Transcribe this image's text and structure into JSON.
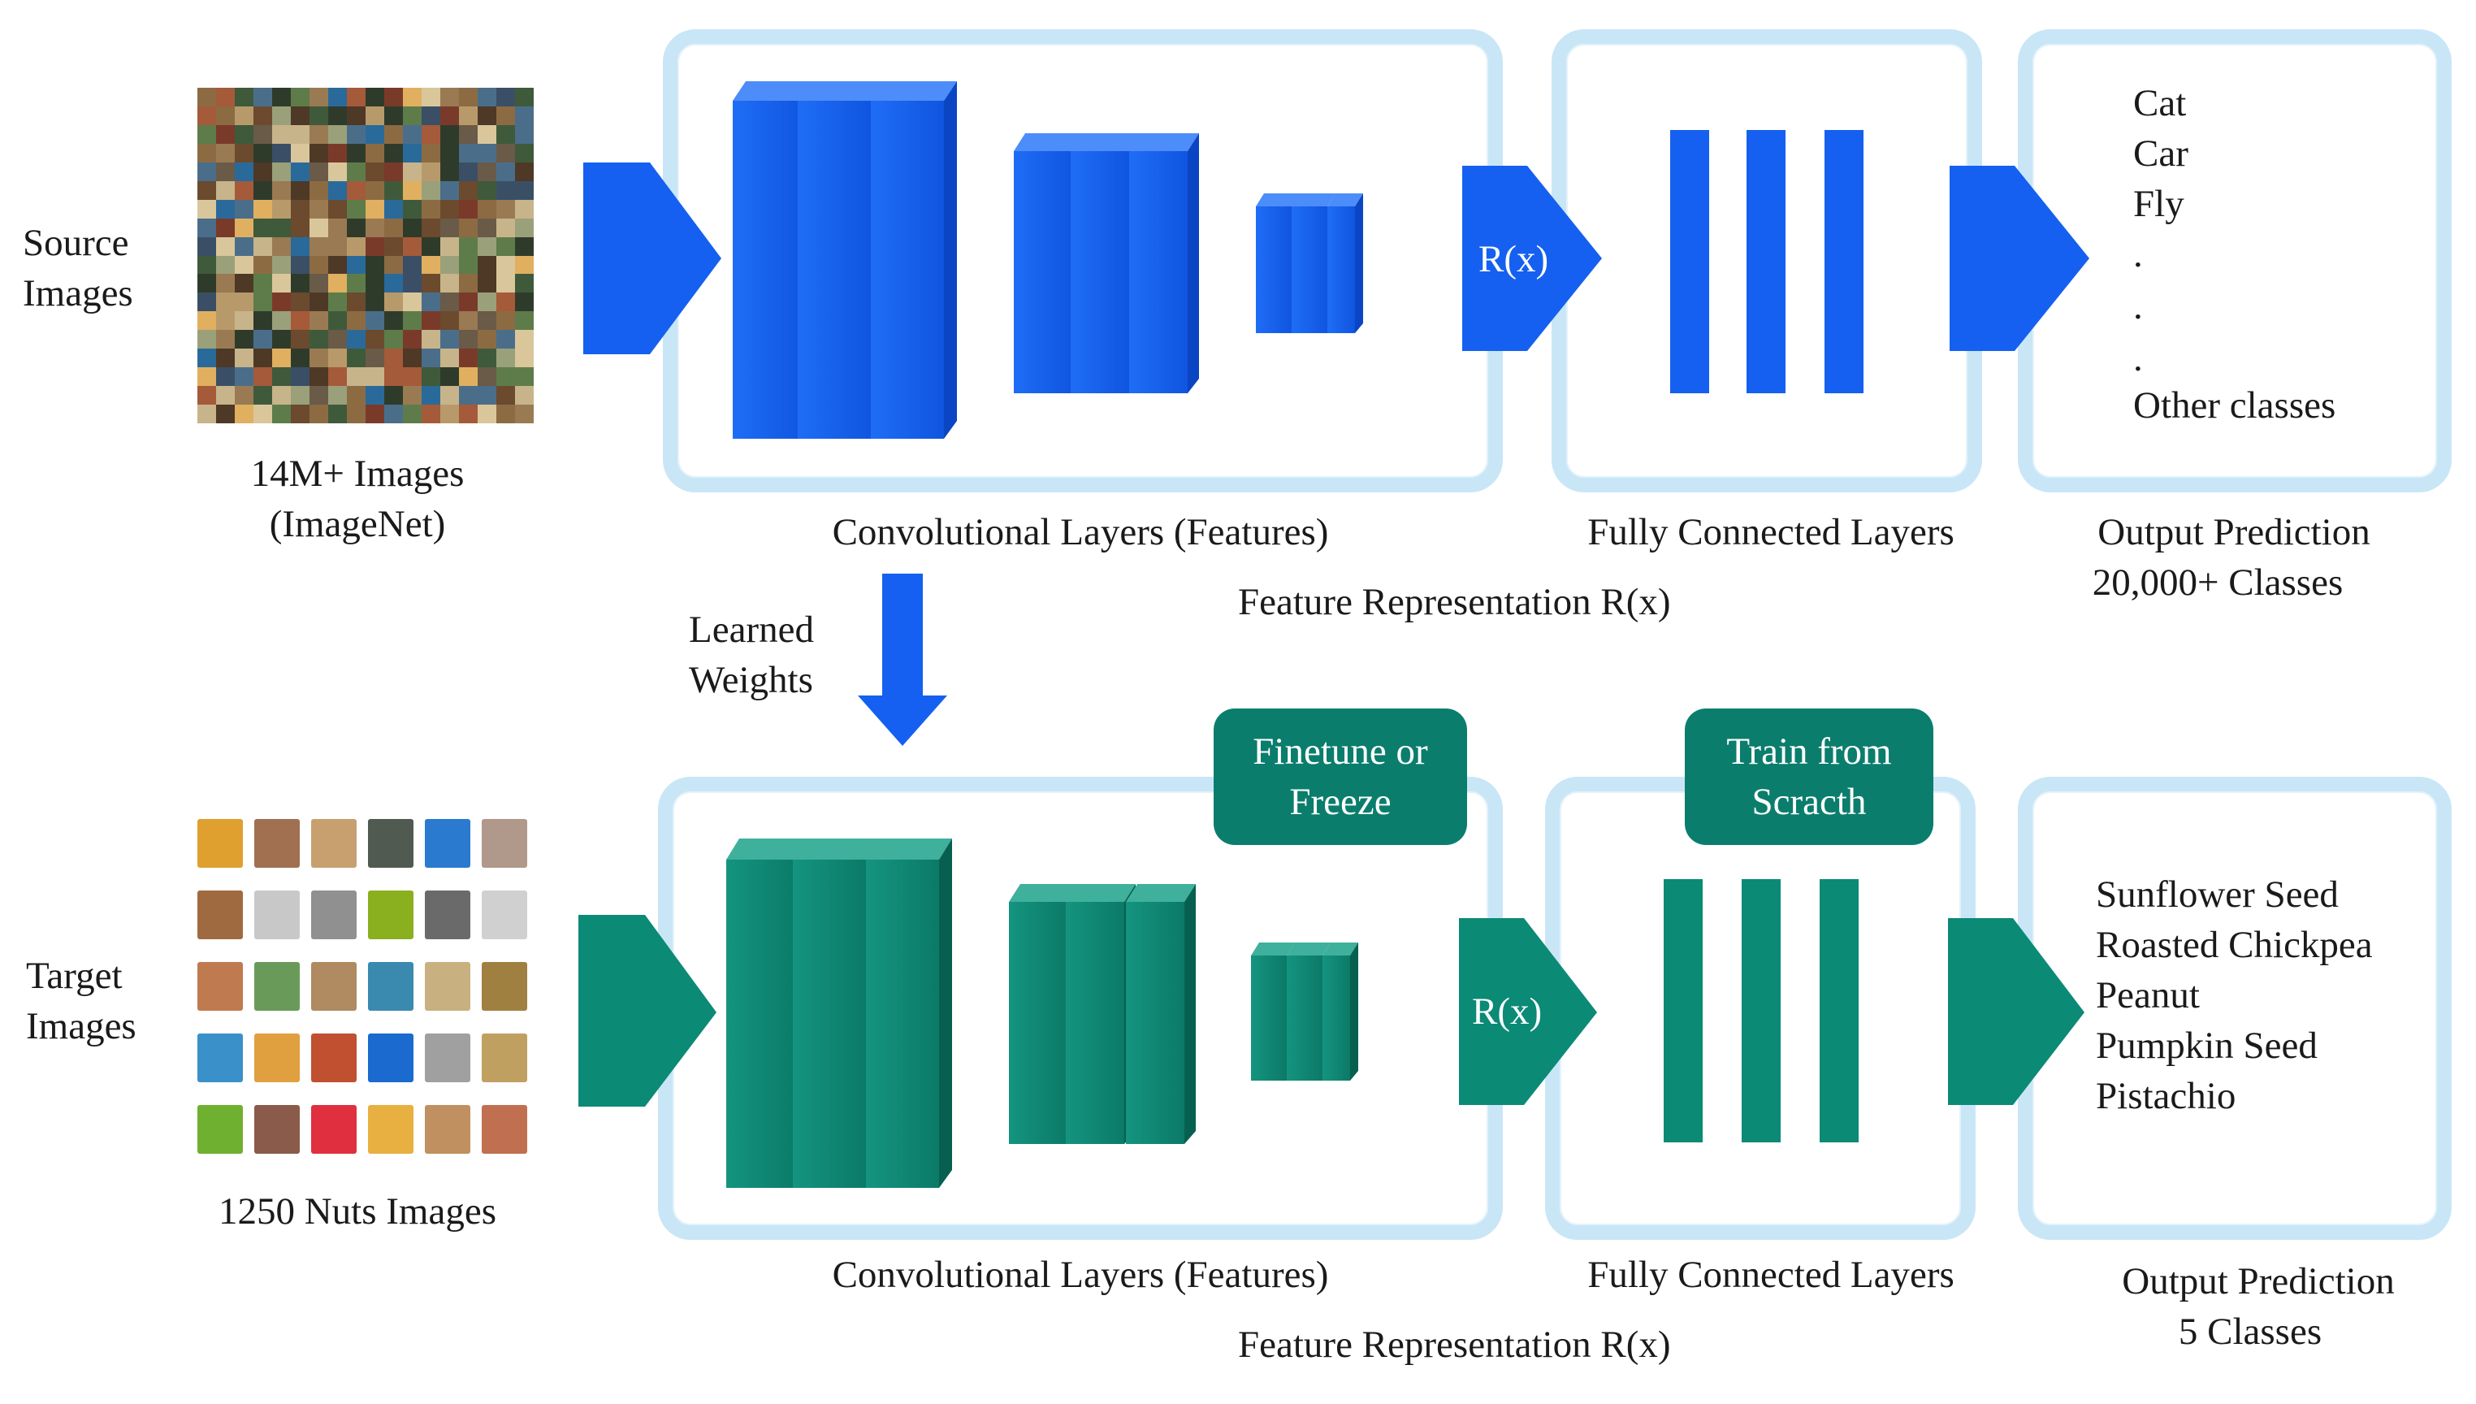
{
  "source": {
    "side_label": [
      "Source",
      "Images"
    ],
    "caption": [
      "14M+ Images",
      "(ImageNet)"
    ],
    "conv_caption": "Convolutional Layers (Features)",
    "fc_caption": "Fully Connected Layers",
    "feature_caption": "Feature Representation R(x)",
    "rx_label": "R(x)",
    "output_classes": [
      "Cat",
      "Car",
      "Fly",
      ".",
      ".",
      ".",
      "Other classes"
    ],
    "output_caption": [
      "Output Prediction",
      "20,000+ Classes"
    ],
    "color": "#1560f0"
  },
  "transfer": {
    "label": [
      "Learned",
      "Weights"
    ]
  },
  "target": {
    "side_label": [
      "Target",
      "Images"
    ],
    "caption": "1250 Nuts Images",
    "conv_caption": "Convolutional Layers (Features)",
    "fc_caption": "Fully Connected Layers",
    "feature_caption": "Feature Representation R(x)",
    "rx_label": "R(x)",
    "badge_conv": [
      "Finetune or",
      "Freeze"
    ],
    "badge_fc": [
      "Train from",
      "Scracth"
    ],
    "output_classes": [
      "Sunflower Seed",
      "Roasted Chickpea",
      "Peanut",
      "Pumpkin Seed",
      "Pistachio"
    ],
    "output_caption": [
      "Output Prediction",
      "5 Classes"
    ],
    "color": "#0b8a76"
  },
  "palette": {
    "panel_border": "#c9e6f7",
    "badge_bg": "#0b7d6c"
  }
}
